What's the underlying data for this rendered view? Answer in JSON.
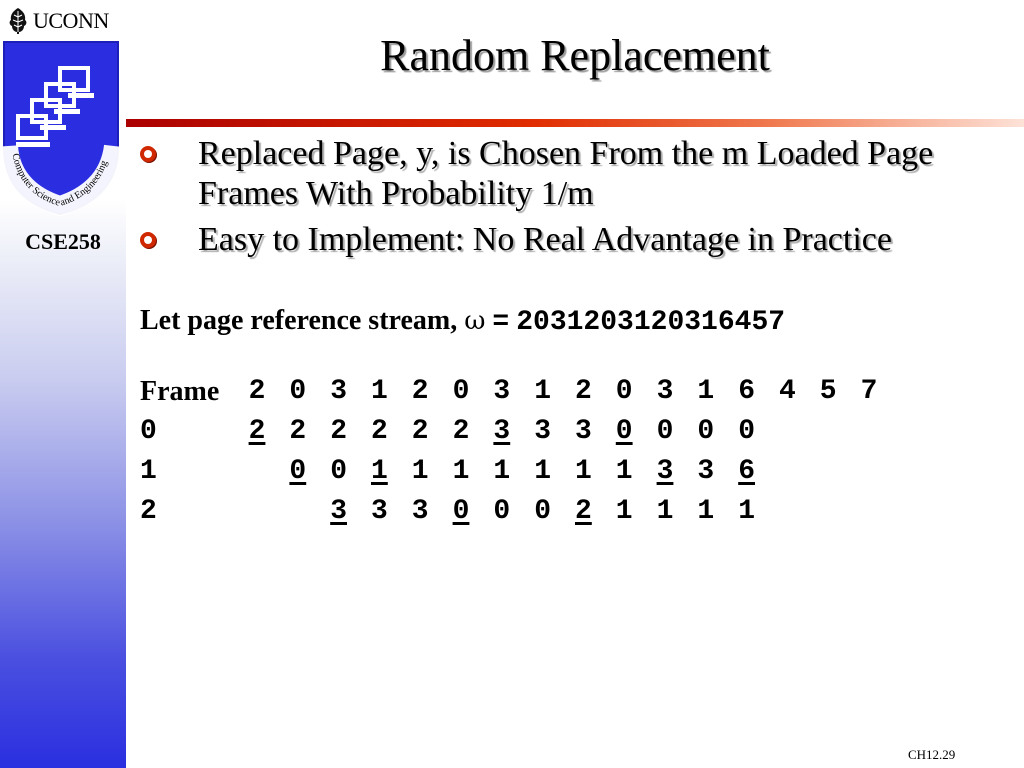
{
  "slide": {
    "title": "Random Replacement",
    "brand": "UCONN",
    "course": "CSE258",
    "footer": "CH12.29",
    "logo_text": "Computer Science and Engineering",
    "colors": {
      "rule_dark": "#ab0000",
      "sidebar_bottom": "#2a2fe0",
      "bullet": "#c81e00"
    }
  },
  "bullets": [
    "Replaced Page, y, is Chosen From the m Loaded Page Frames With Probability 1/m",
    "Easy to Implement: No Real Advantage in Practice"
  ],
  "stream": {
    "prefix": "Let page reference stream,",
    "symbol": "ω",
    "equals": "=",
    "value": "2031203120316457"
  },
  "table": {
    "header_label": "Frame",
    "refs": [
      "2",
      "0",
      "3",
      "1",
      "2",
      "0",
      "3",
      "1",
      "2",
      "0",
      "3",
      "1",
      "6",
      "4",
      "5",
      "7"
    ],
    "frames": [
      {
        "label": "0",
        "cells": [
          {
            "v": "2",
            "u": true
          },
          {
            "v": "2"
          },
          {
            "v": "2"
          },
          {
            "v": "2"
          },
          {
            "v": "2"
          },
          {
            "v": "2"
          },
          {
            "v": "3",
            "u": true
          },
          {
            "v": "3"
          },
          {
            "v": "3"
          },
          {
            "v": "0",
            "u": true
          },
          {
            "v": "0"
          },
          {
            "v": "0"
          },
          {
            "v": "0"
          }
        ]
      },
      {
        "label": "1",
        "cells": [
          {
            "v": ""
          },
          {
            "v": "0",
            "u": true
          },
          {
            "v": "0"
          },
          {
            "v": "1",
            "u": true
          },
          {
            "v": "1"
          },
          {
            "v": "1"
          },
          {
            "v": "1"
          },
          {
            "v": "1"
          },
          {
            "v": "1"
          },
          {
            "v": "1"
          },
          {
            "v": "3",
            "u": true
          },
          {
            "v": "3"
          },
          {
            "v": "6",
            "u": true
          }
        ]
      },
      {
        "label": "2",
        "cells": [
          {
            "v": ""
          },
          {
            "v": ""
          },
          {
            "v": "3",
            "u": true
          },
          {
            "v": "3"
          },
          {
            "v": "3"
          },
          {
            "v": "0",
            "u": true
          },
          {
            "v": "0"
          },
          {
            "v": "0"
          },
          {
            "v": "2",
            "u": true
          },
          {
            "v": "1"
          },
          {
            "v": "1"
          },
          {
            "v": "1"
          },
          {
            "v": "1"
          }
        ]
      }
    ]
  }
}
